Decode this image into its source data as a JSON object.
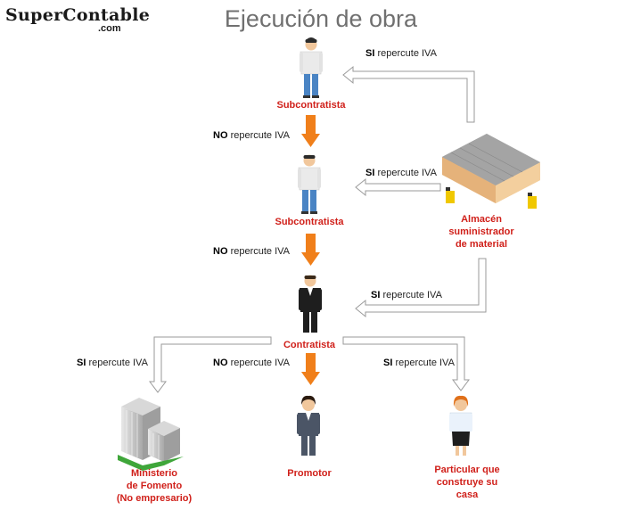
{
  "logo": {
    "text": "SuperContable",
    "sub": ".com"
  },
  "title": "Ejecución de obra",
  "labels": {
    "si_bold": "SI",
    "no_bold": "NO",
    "repercute": "repercute IVA"
  },
  "nodes": {
    "sub1": "Subcontratista",
    "sub2": "Subcontratista",
    "contratista": "Contratista",
    "almacen_1": "Almacén",
    "almacen_2": "suministrador",
    "almacen_3": "de material",
    "ministerio_1": "Ministerio",
    "ministerio_2": "de Fomento",
    "ministerio_3": "(No empresario)",
    "promotor": "Promotor",
    "particular_1": "Particular que",
    "particular_2": "construye su",
    "particular_3": "casa"
  },
  "colors": {
    "node_label": "#d0201a",
    "orange_arrow": "#f07f1a",
    "outline_arrow": "#9a9a9a",
    "title": "#707070"
  },
  "icons": [
    "worker-icon",
    "businessman-icon",
    "warehouse-icon",
    "office-building-icon",
    "businesswoman-icon",
    "woman-icon"
  ]
}
